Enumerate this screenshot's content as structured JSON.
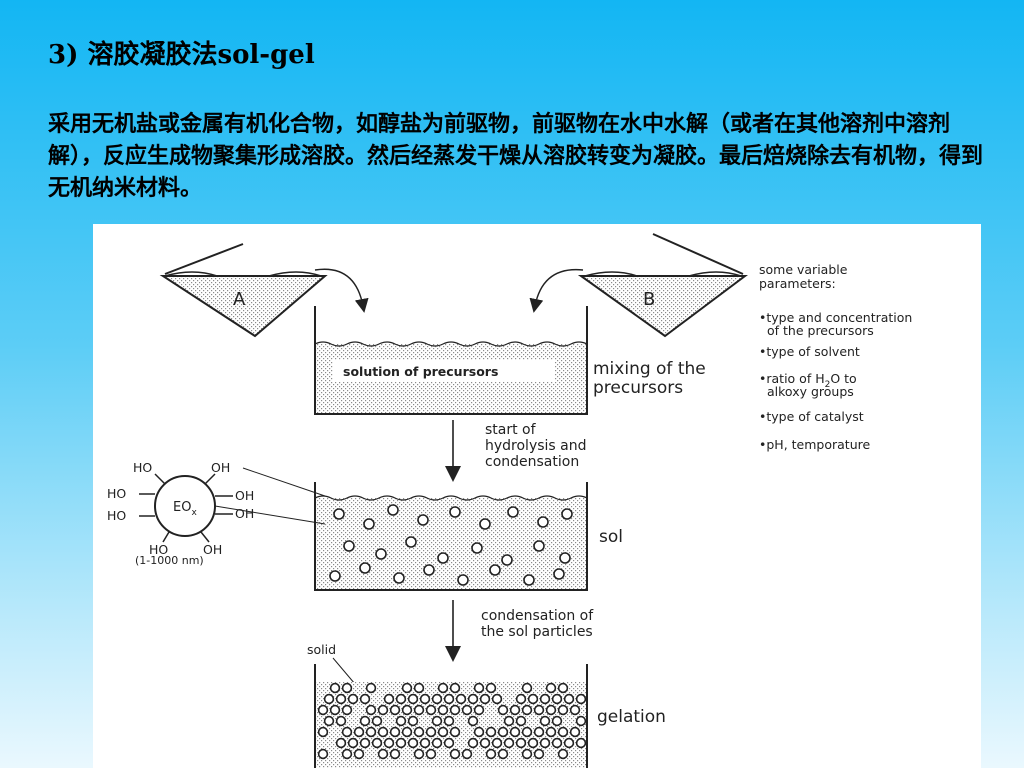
{
  "slide": {
    "title": "3) 溶胶凝胶法sol-gel",
    "body": "采用无机盐或金属有机化合物，如醇盐为前驱物，前驱物在水中水解（或者在其他溶剂中溶剂解），反应生成物聚集形成溶胶。然后经蒸发干燥从溶胶转变为凝胶。最后焙烧除去有机物，得到无机纳米材料。"
  },
  "figure": {
    "funnel_a": "A",
    "funnel_b": "B",
    "solution_label": "solution of precursors",
    "stage1_label": [
      "mixing of the",
      "precursors"
    ],
    "arrow1_label": [
      "start of",
      "hydrolysis and",
      "condensation"
    ],
    "stage2_label": "sol",
    "arrow2_label": [
      "condensation of",
      "the sol particles"
    ],
    "stage3_label": "gelation",
    "solid_label": "solid",
    "particle": {
      "core": "EO",
      "core_sub": "x",
      "groups": [
        "HO",
        "OH",
        "HO",
        "OH",
        "HO",
        "OH",
        "HO",
        "OH"
      ],
      "size": "(1-1000 nm)"
    },
    "params_heading": [
      "some variable",
      "parameters:"
    ],
    "params": {
      "p1": [
        "•type and concentration",
        "of the precursors"
      ],
      "p2": "•type of solvent",
      "p3_a": "•ratio of H",
      "p3_sub": "2",
      "p3_b": "O to",
      "p3_c": "alkoxy groups",
      "p4": "•type of catalyst",
      "p5": "•pH, temporature"
    }
  }
}
